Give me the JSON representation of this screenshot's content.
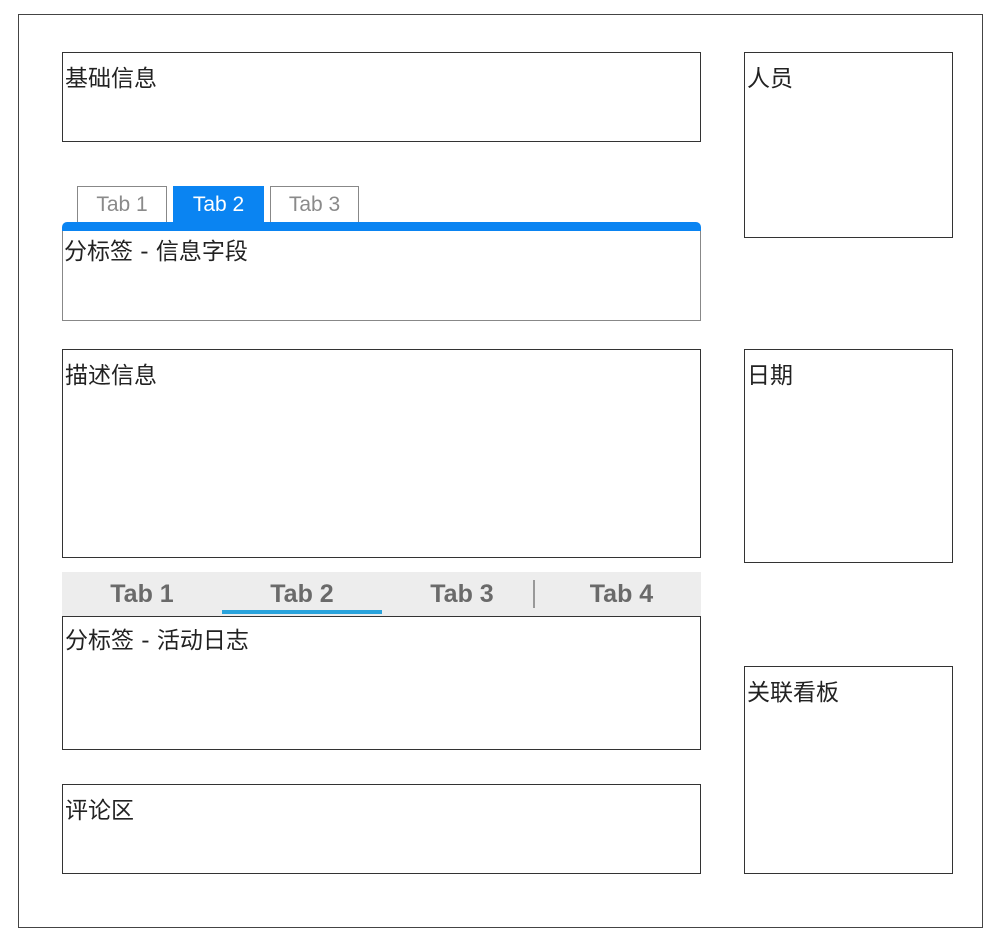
{
  "layout": {
    "basic_info": {
      "label": "基础信息"
    },
    "info_tabs": {
      "tabs": [
        {
          "label": "Tab 1",
          "active": false
        },
        {
          "label": "Tab 2",
          "active": true
        },
        {
          "label": "Tab 3",
          "active": false
        }
      ],
      "panel_label": "分标签 - 信息字段",
      "accent_color": "#0a84f2"
    },
    "description": {
      "label": "描述信息"
    },
    "activity_tabs": {
      "tabs": [
        {
          "label": "Tab 1",
          "active": false
        },
        {
          "label": "Tab 2",
          "active": true
        },
        {
          "label": "Tab 3",
          "active": false
        },
        {
          "label": "Tab 4",
          "active": false
        }
      ],
      "panel_label": "分标签 - 活动日志",
      "underline_color": "#29a3dc"
    },
    "comments": {
      "label": "评论区"
    },
    "sidebar": {
      "people": {
        "label": "人员"
      },
      "date": {
        "label": "日期"
      },
      "related_board": {
        "label": "关联看板"
      }
    }
  }
}
